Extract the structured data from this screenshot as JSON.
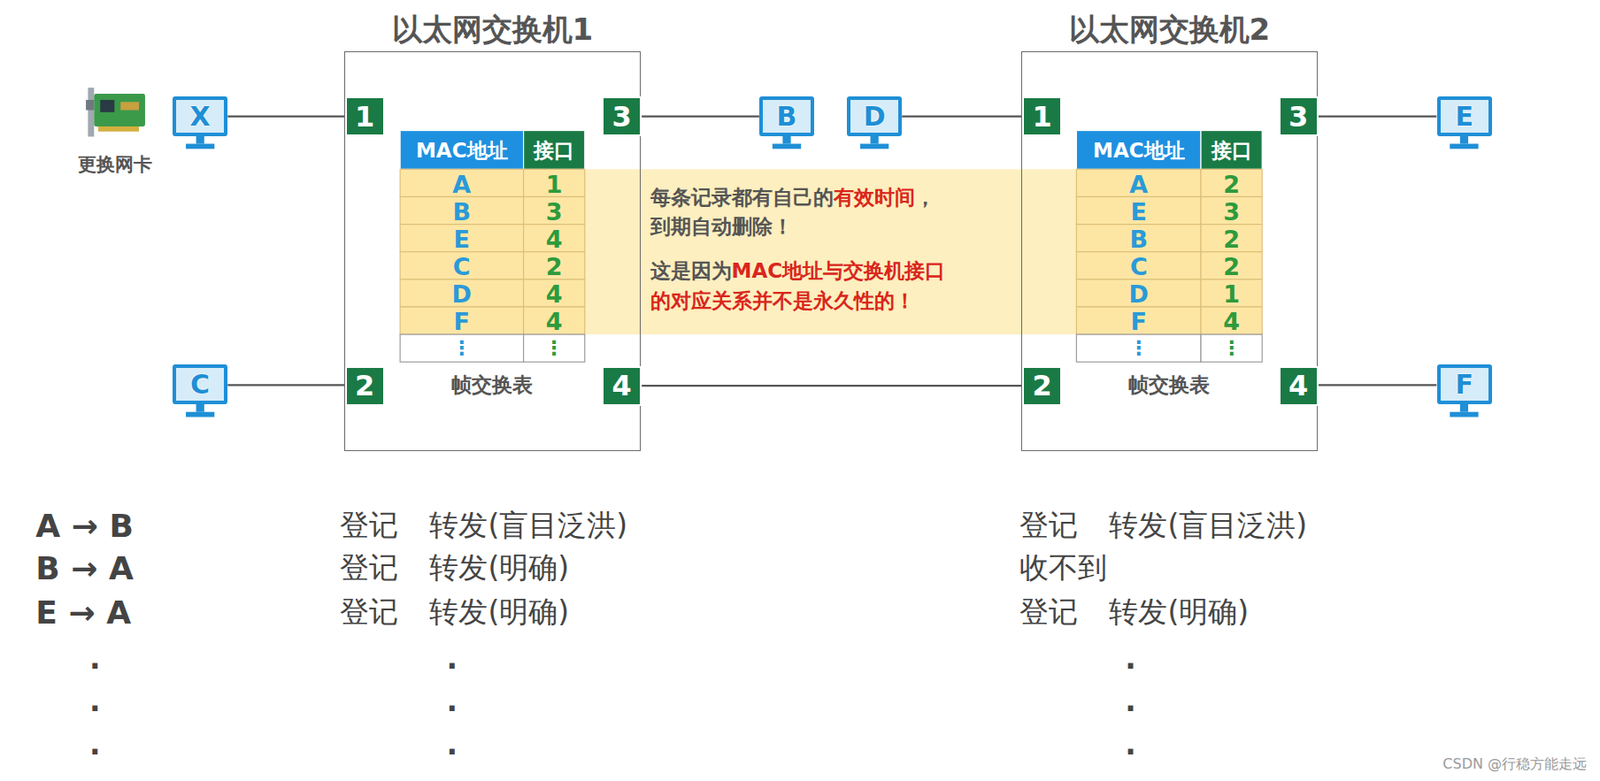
{
  "diagram": {
    "nodes": [
      {
        "text": [
          "以太网交换机1"
        ]
      },
      {
        "text": [
          "1"
        ],
        "in": 0
      },
      {
        "text": [
          "2"
        ],
        "in": 0
      },
      {
        "text": [
          "3"
        ],
        "in": 0
      },
      {
        "text": [
          "4"
        ],
        "in": 0
      },
      {
        "text": [
          "以太网交换机2"
        ]
      },
      {
        "text": [
          "1"
        ],
        "in": 5
      },
      {
        "text": [
          "2"
        ],
        "in": 5
      },
      {
        "text": [
          "3"
        ],
        "in": 5
      },
      {
        "text": [
          "4"
        ],
        "in": 5
      },
      {
        "text": [
          "X"
        ]
      },
      {
        "text": [
          "C"
        ]
      },
      {
        "text": [
          "B"
        ]
      },
      {
        "text": [
          "D"
        ]
      },
      {
        "text": [
          "E"
        ]
      },
      {
        "text": [
          "F"
        ]
      }
    ],
    "edges": [
      {
        "from": 10,
        "to": 1,
        "arrow": "none"
      },
      {
        "from": 11,
        "to": 2,
        "arrow": "none"
      },
      {
        "from": 3,
        "to": 12,
        "arrow": "none"
      },
      {
        "from": 13,
        "to": 6,
        "arrow": "none"
      },
      {
        "from": 4,
        "to": 7,
        "arrow": "none"
      },
      {
        "from": 8,
        "to": 14,
        "arrow": "none"
      },
      {
        "from": 9,
        "to": 15,
        "arrow": "none"
      }
    ],
    "labels": [
      "MAC地址",
      "接口",
      "A",
      "1",
      "B",
      "3",
      "E",
      "4",
      "C",
      "2",
      "D",
      "4",
      "F",
      "4",
      "⋮",
      "⋮",
      "帧交换表",
      "MAC地址",
      "接口",
      "A",
      "2",
      "E",
      "3",
      "B",
      "2",
      "C",
      "2",
      "D",
      "1",
      "F",
      "4",
      "⋮",
      "⋮",
      "帧交换表",
      "每条记录都有自己的",
      "有效时间",
      "，",
      "到期自动删除！",
      "这是因为",
      "MAC地址与交换机接口",
      "的对应关系并不是永久性的！",
      "A → B",
      "B → A",
      "E → A",
      "登记",
      "转发(盲目泛洪)",
      "登记",
      "转发(明确)",
      "登记",
      "转发(明确)",
      "登记",
      "转发(盲目泛洪)",
      "收不到",
      "登记",
      "转发(明确)",
      ".",
      ".",
      ".",
      ".",
      ".",
      ".",
      ".",
      ".",
      ".",
      "更换网卡",
      "CSDN @行稳方能走远"
    ]
  }
}
